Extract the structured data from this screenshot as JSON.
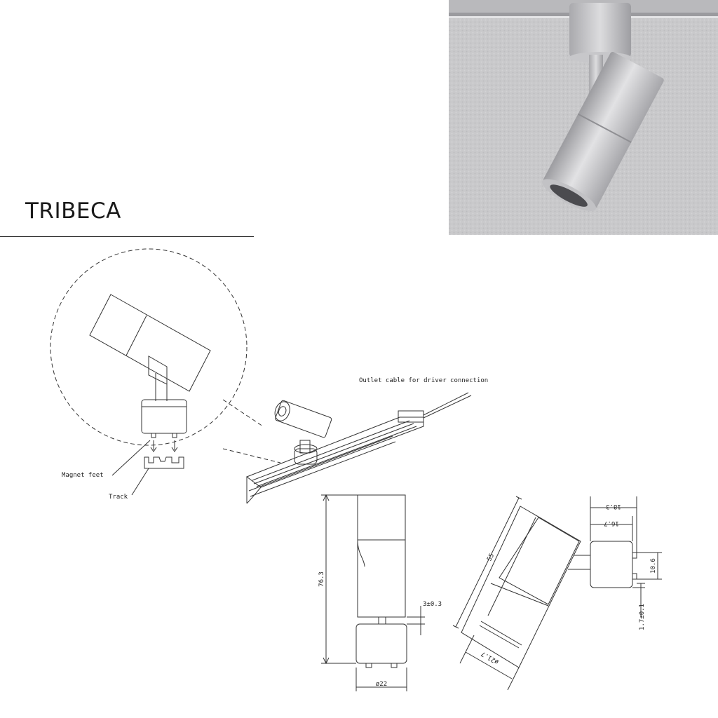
{
  "title": "TRIBECA",
  "callouts": {
    "magnet_feet": "Magnet feet",
    "track": "Track",
    "outlet_cable": "Outlet cable for driver connection"
  },
  "dimensions": {
    "height": "76.3",
    "gap": "3±0.3",
    "base_diameter": "ø22",
    "head_length": "55",
    "head_diameter": "ø21.7",
    "top_a": "18.3",
    "top_b": "16.7",
    "feet_spacing": "10.6",
    "foot_height": "1.7±0.1"
  }
}
